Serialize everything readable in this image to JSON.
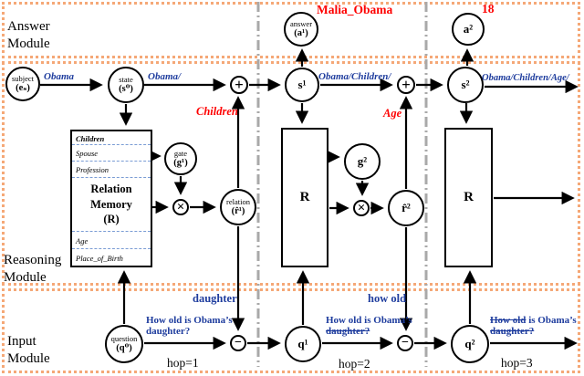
{
  "modules": {
    "answer": "Answer Module",
    "reasoning": "Reasoning Module",
    "input": "Input Module"
  },
  "hops": {
    "h1": "hop=1",
    "h2": "hop=2",
    "h3": "hop=3"
  },
  "nodes": {
    "subject": {
      "t": "subject",
      "b": "(eₛ)"
    },
    "state": {
      "t": "state",
      "b": "(s⁰)"
    },
    "gate1": {
      "t": "gate",
      "b": "(g¹)"
    },
    "relation1": {
      "t": "relation",
      "b": "(r̂¹)"
    },
    "question0": {
      "t": "question",
      "b": "(q⁰)"
    },
    "answer1": {
      "t": "answer",
      "b": "(a¹)"
    },
    "s1": "s¹",
    "s2": "s²",
    "q1": "q¹",
    "q2": "q²",
    "a2": "a²",
    "g2": "g²",
    "r2": "r̂²",
    "R": "R"
  },
  "operators": {
    "plus": "+",
    "minus": "−",
    "times": "×"
  },
  "memory": {
    "rows_top": [
      "Children",
      "Spouse",
      "Profession"
    ],
    "title_l1": "Relation",
    "title_l2": "Memory",
    "title_l3": "(R)",
    "rows_bottom": [
      "Age",
      "Place_of_Birth"
    ]
  },
  "labels": {
    "obama": "Obama",
    "obama_slash": "Obama/",
    "obama_children": "Obama/Children/",
    "obama_children_age": "Obama/Children/Age/",
    "children": "Children",
    "age": "Age",
    "daughter": "daughter",
    "how_old": "how old",
    "malia": "Malia_Obama",
    "eighteen": "18"
  },
  "question_text": {
    "full_line1": "How old is Obama’s",
    "how_old": "How old",
    "rest": " is Obama’s",
    "daughter": "daughter?"
  },
  "colors": {
    "blue": "#1f3d9e",
    "red": "#fe0000",
    "orange_border": "#f5a877",
    "gray_divider": "#a9a9a9"
  }
}
